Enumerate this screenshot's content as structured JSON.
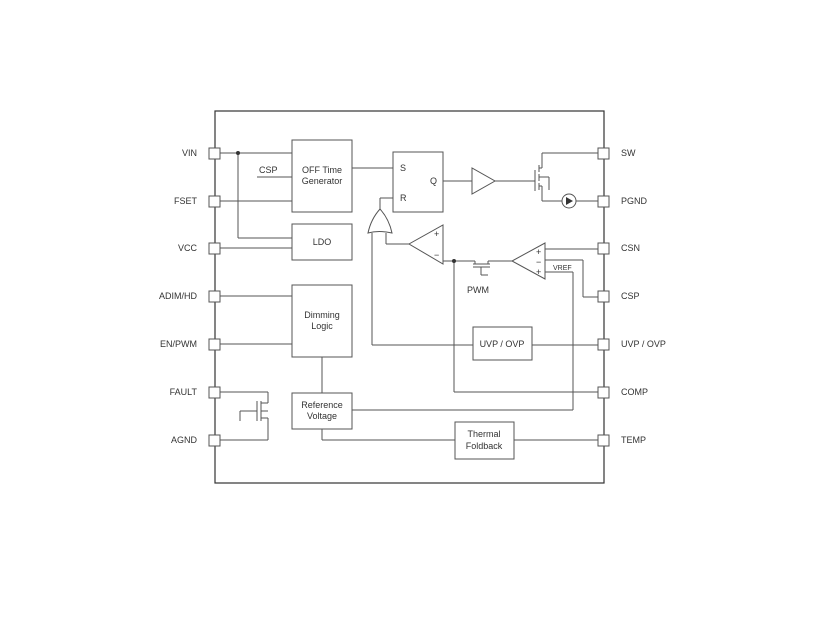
{
  "left_pins": [
    "VIN",
    "FSET",
    "VCC",
    "ADIM/HD",
    "EN/PWM",
    "FAULT",
    "AGND"
  ],
  "right_pins": [
    "SW",
    "PGND",
    "CSN",
    "CSP",
    "UVP / OVP",
    "COMP",
    "TEMP"
  ],
  "blocks": {
    "off_time_line1": "OFF Time",
    "off_time_line2": "Generator",
    "off_time_input": "CSP",
    "ldo": "LDO",
    "dimming_line1": "Dimming",
    "dimming_line2": "Logic",
    "reference_line1": "Reference",
    "reference_line2": "Voltage",
    "thermal_line1": "Thermal",
    "thermal_line2": "Foldback",
    "uvp_ovp": "UVP / OVP"
  },
  "flipflop": {
    "s": "S",
    "r": "R",
    "q": "Q"
  },
  "signals": {
    "pwm": "PWM",
    "vref": "VREF",
    "plus": "+",
    "minus": "−"
  }
}
